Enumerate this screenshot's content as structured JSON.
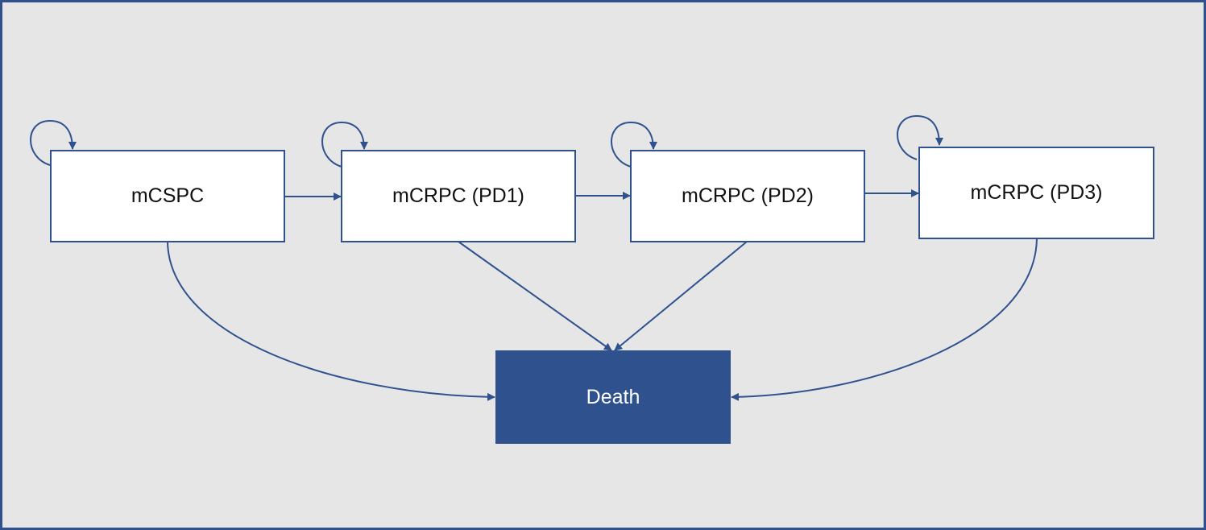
{
  "diagram": {
    "type": "state-transition",
    "colors": {
      "stroke": "#2f528f",
      "state_fill": "#ffffff",
      "absorbing_fill": "#2f528f",
      "background": "#e6e6e6"
    },
    "nodes": [
      {
        "id": "mcspc",
        "label": "mCSPC"
      },
      {
        "id": "pd1",
        "label": "mCRPC (PD1)"
      },
      {
        "id": "pd2",
        "label": "mCRPC (PD2)"
      },
      {
        "id": "pd3",
        "label": "mCRPC (PD3)"
      },
      {
        "id": "death",
        "label": "Death"
      }
    ],
    "edges": [
      {
        "from": "mcspc",
        "to": "mcspc"
      },
      {
        "from": "pd1",
        "to": "pd1"
      },
      {
        "from": "pd2",
        "to": "pd2"
      },
      {
        "from": "pd3",
        "to": "pd3"
      },
      {
        "from": "mcspc",
        "to": "pd1"
      },
      {
        "from": "pd1",
        "to": "pd2"
      },
      {
        "from": "pd2",
        "to": "pd3"
      },
      {
        "from": "mcspc",
        "to": "death"
      },
      {
        "from": "pd1",
        "to": "death"
      },
      {
        "from": "pd2",
        "to": "death"
      },
      {
        "from": "pd3",
        "to": "death"
      }
    ]
  }
}
